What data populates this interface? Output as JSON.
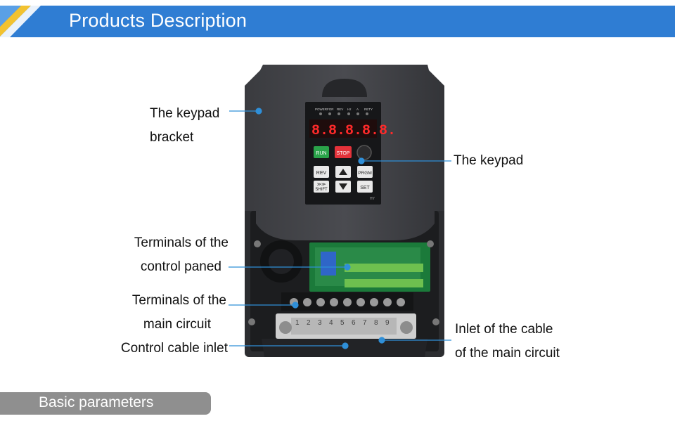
{
  "header": {
    "title": "Products Description"
  },
  "labels": {
    "keypad_bracket_line1": "The keypad",
    "keypad_bracket_line2": "bracket",
    "keypad": "The keypad",
    "control_terminals_line1": "Terminals of the",
    "control_terminals_line2": "control paned",
    "main_terminals_line1": "Terminals of the",
    "main_terminals_line2": "main circuit",
    "control_cable_inlet": "Control cable inlet",
    "main_inlet_line1": "Inlet of the cable",
    "main_inlet_line2": "of the main circuit"
  },
  "keypad": {
    "indicators": [
      "POWER",
      "FOR",
      "REV",
      "Hz",
      "A",
      "RETY"
    ],
    "display": "8.8.8.8.8.",
    "buttons": {
      "run": "RUN",
      "stop": "STOP",
      "rev": "REV",
      "prgm": "PRGM",
      "shift": "SHIFT",
      "set": "SET"
    },
    "brand": "HY"
  },
  "terminal_numbers": [
    "1",
    "2",
    "3",
    "4",
    "5",
    "6",
    "7",
    "8",
    "9"
  ],
  "footer": {
    "title": "Basic parameters"
  },
  "colors": {
    "header": "#2f7dd3",
    "footer": "#8f8f8f",
    "leader_line": "#2f8fd8",
    "run": "#2aa34a",
    "stop": "#e3323a",
    "display": "#ff2a2a"
  }
}
